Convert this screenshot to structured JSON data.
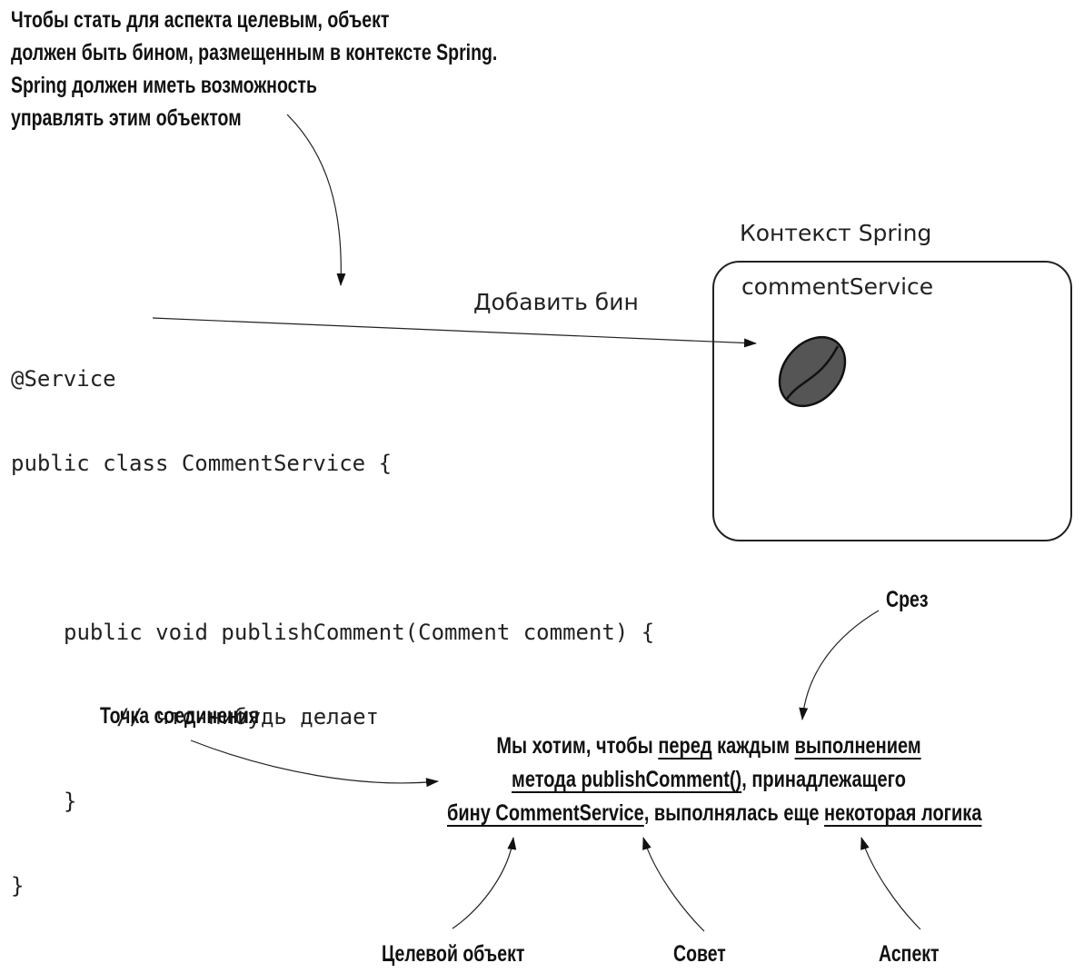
{
  "top_note": {
    "lines": [
      "Чтобы стать для аспекта целевым, объект",
      "должен быть бином, размещенным в контексте Spring.",
      "Spring должен иметь возможность",
      "управлять этим объектом"
    ]
  },
  "code": {
    "lines": [
      "@Service",
      "public class CommentService {",
      "",
      "public void publishComment(Comment comment) {",
      "// что-нибудь делает",
      "}",
      "}"
    ]
  },
  "add_bean_label": "Добавить бин",
  "context": {
    "title": "Контекст Spring",
    "bean_name": "commentService"
  },
  "bean_icon": "coffee-bean-icon",
  "sentence": {
    "line1": {
      "p1": "Мы хотим, чтобы ",
      "u1": "перед",
      "p2": " каждым ",
      "u2": "выполнением"
    },
    "line2": {
      "u1": "метода publishComment()",
      "p1": ", принадлежащего"
    },
    "line3": {
      "u1": "бину CommentService",
      "p1": ", выполнялась еще ",
      "u2": "некоторая логика"
    }
  },
  "labels": {
    "pointcut": "Срез",
    "join_point": "Точка соединения",
    "target": "Целевой объект",
    "advice": "Совет",
    "aspect": "Аспект"
  }
}
